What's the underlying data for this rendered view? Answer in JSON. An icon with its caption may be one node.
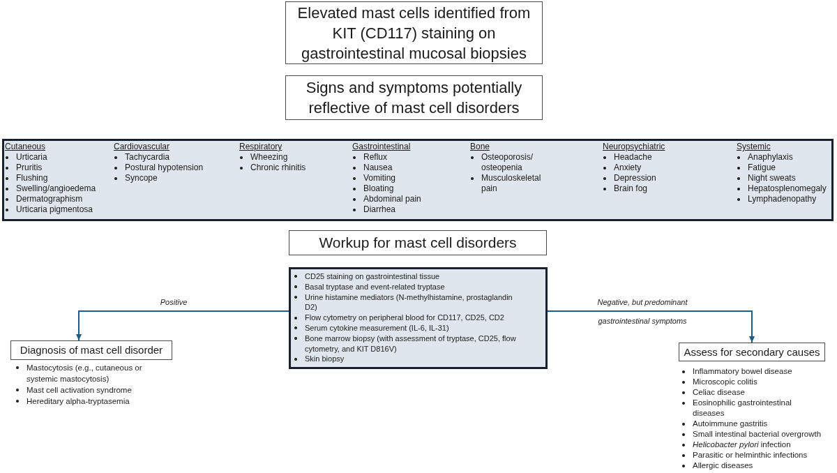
{
  "diagram": {
    "nodes": [
      {
        "text": [
          "Elevated mast cells identified from KIT (CD117) staining on gastrointestinal mucosal biopsies"
        ]
      },
      {
        "text": [
          "Signs and symptoms potentially reflective of mast cell disorders"
        ]
      },
      {
        "text": [
          "Cutaneous",
          "Urticaria",
          "Pruritis",
          "Flushing",
          "Swelling/angioedema",
          "Dermatographism",
          "Urticaria pigmentosa",
          "Cardiovascular",
          "Tachycardia",
          "Postural hypotension",
          "Syncope",
          "Respiratory",
          "Wheezing",
          "Chronic rhinitis",
          "Gastrointestinal",
          "Reflux",
          "Nausea",
          "Vomiting",
          "Bloating",
          "Abdominal pain",
          "Diarrhea",
          "Bone",
          "Osteoporosis/ osteopenia",
          "Musculoskeletal pain",
          "Neuropsychiatric",
          "Headache",
          "Anxiety",
          "Depression",
          "Brain fog",
          "Systemic",
          "Anaphylaxis",
          "Fatigue",
          "Night sweats",
          "Hepatosplenomegaly",
          "Lymphadenopathy"
        ]
      },
      {
        "text": [
          "Workup for mast cell disorders"
        ]
      },
      {
        "text": [
          "CD25 staining on gastrointestinal tissue",
          "Basal tryptase and event-related tryptase",
          "Urine histamine mediators (N-methylhistamine, prostaglandin D2)",
          "Flow cytometry on peripheral blood for CD117, CD25, CD2",
          "Serum cytokine measurement (IL-6, IL-31)",
          "Bone marrow biopsy (with assessment of tryptase, CD25, flow cytometry, and KIT D816V)",
          "Skin biopsy"
        ]
      },
      {
        "text": [
          "Diagnosis of mast cell disorder"
        ],
        "beside": [
          "Mastocytosis (e.g., cutaneous or systemic mastocytosis)",
          "Mast cell activation syndrome",
          "Hereditary alpha-tryptasemia"
        ]
      },
      {
        "text": [
          "Assess for secondary causes"
        ],
        "beside": [
          "Inflammatory bowel disease",
          "Microscopic colitis",
          "Celiac disease",
          "Eosinophilic gastrointestinal diseases",
          "Autoimmune gastritis",
          "Small intestinal bacterial overgrowth",
          "*Helicobacter pylori* infection",
          "Parasitic or helminthic infections",
          "Allergic diseases"
        ]
      }
    ],
    "edges": [
      {
        "from": 4,
        "to": 5,
        "arrow": "to",
        "label": "Positive"
      },
      {
        "from": 4,
        "to": 6,
        "arrow": "to",
        "label": "Negative, but predominant gastrointestinal symptoms"
      }
    ]
  }
}
